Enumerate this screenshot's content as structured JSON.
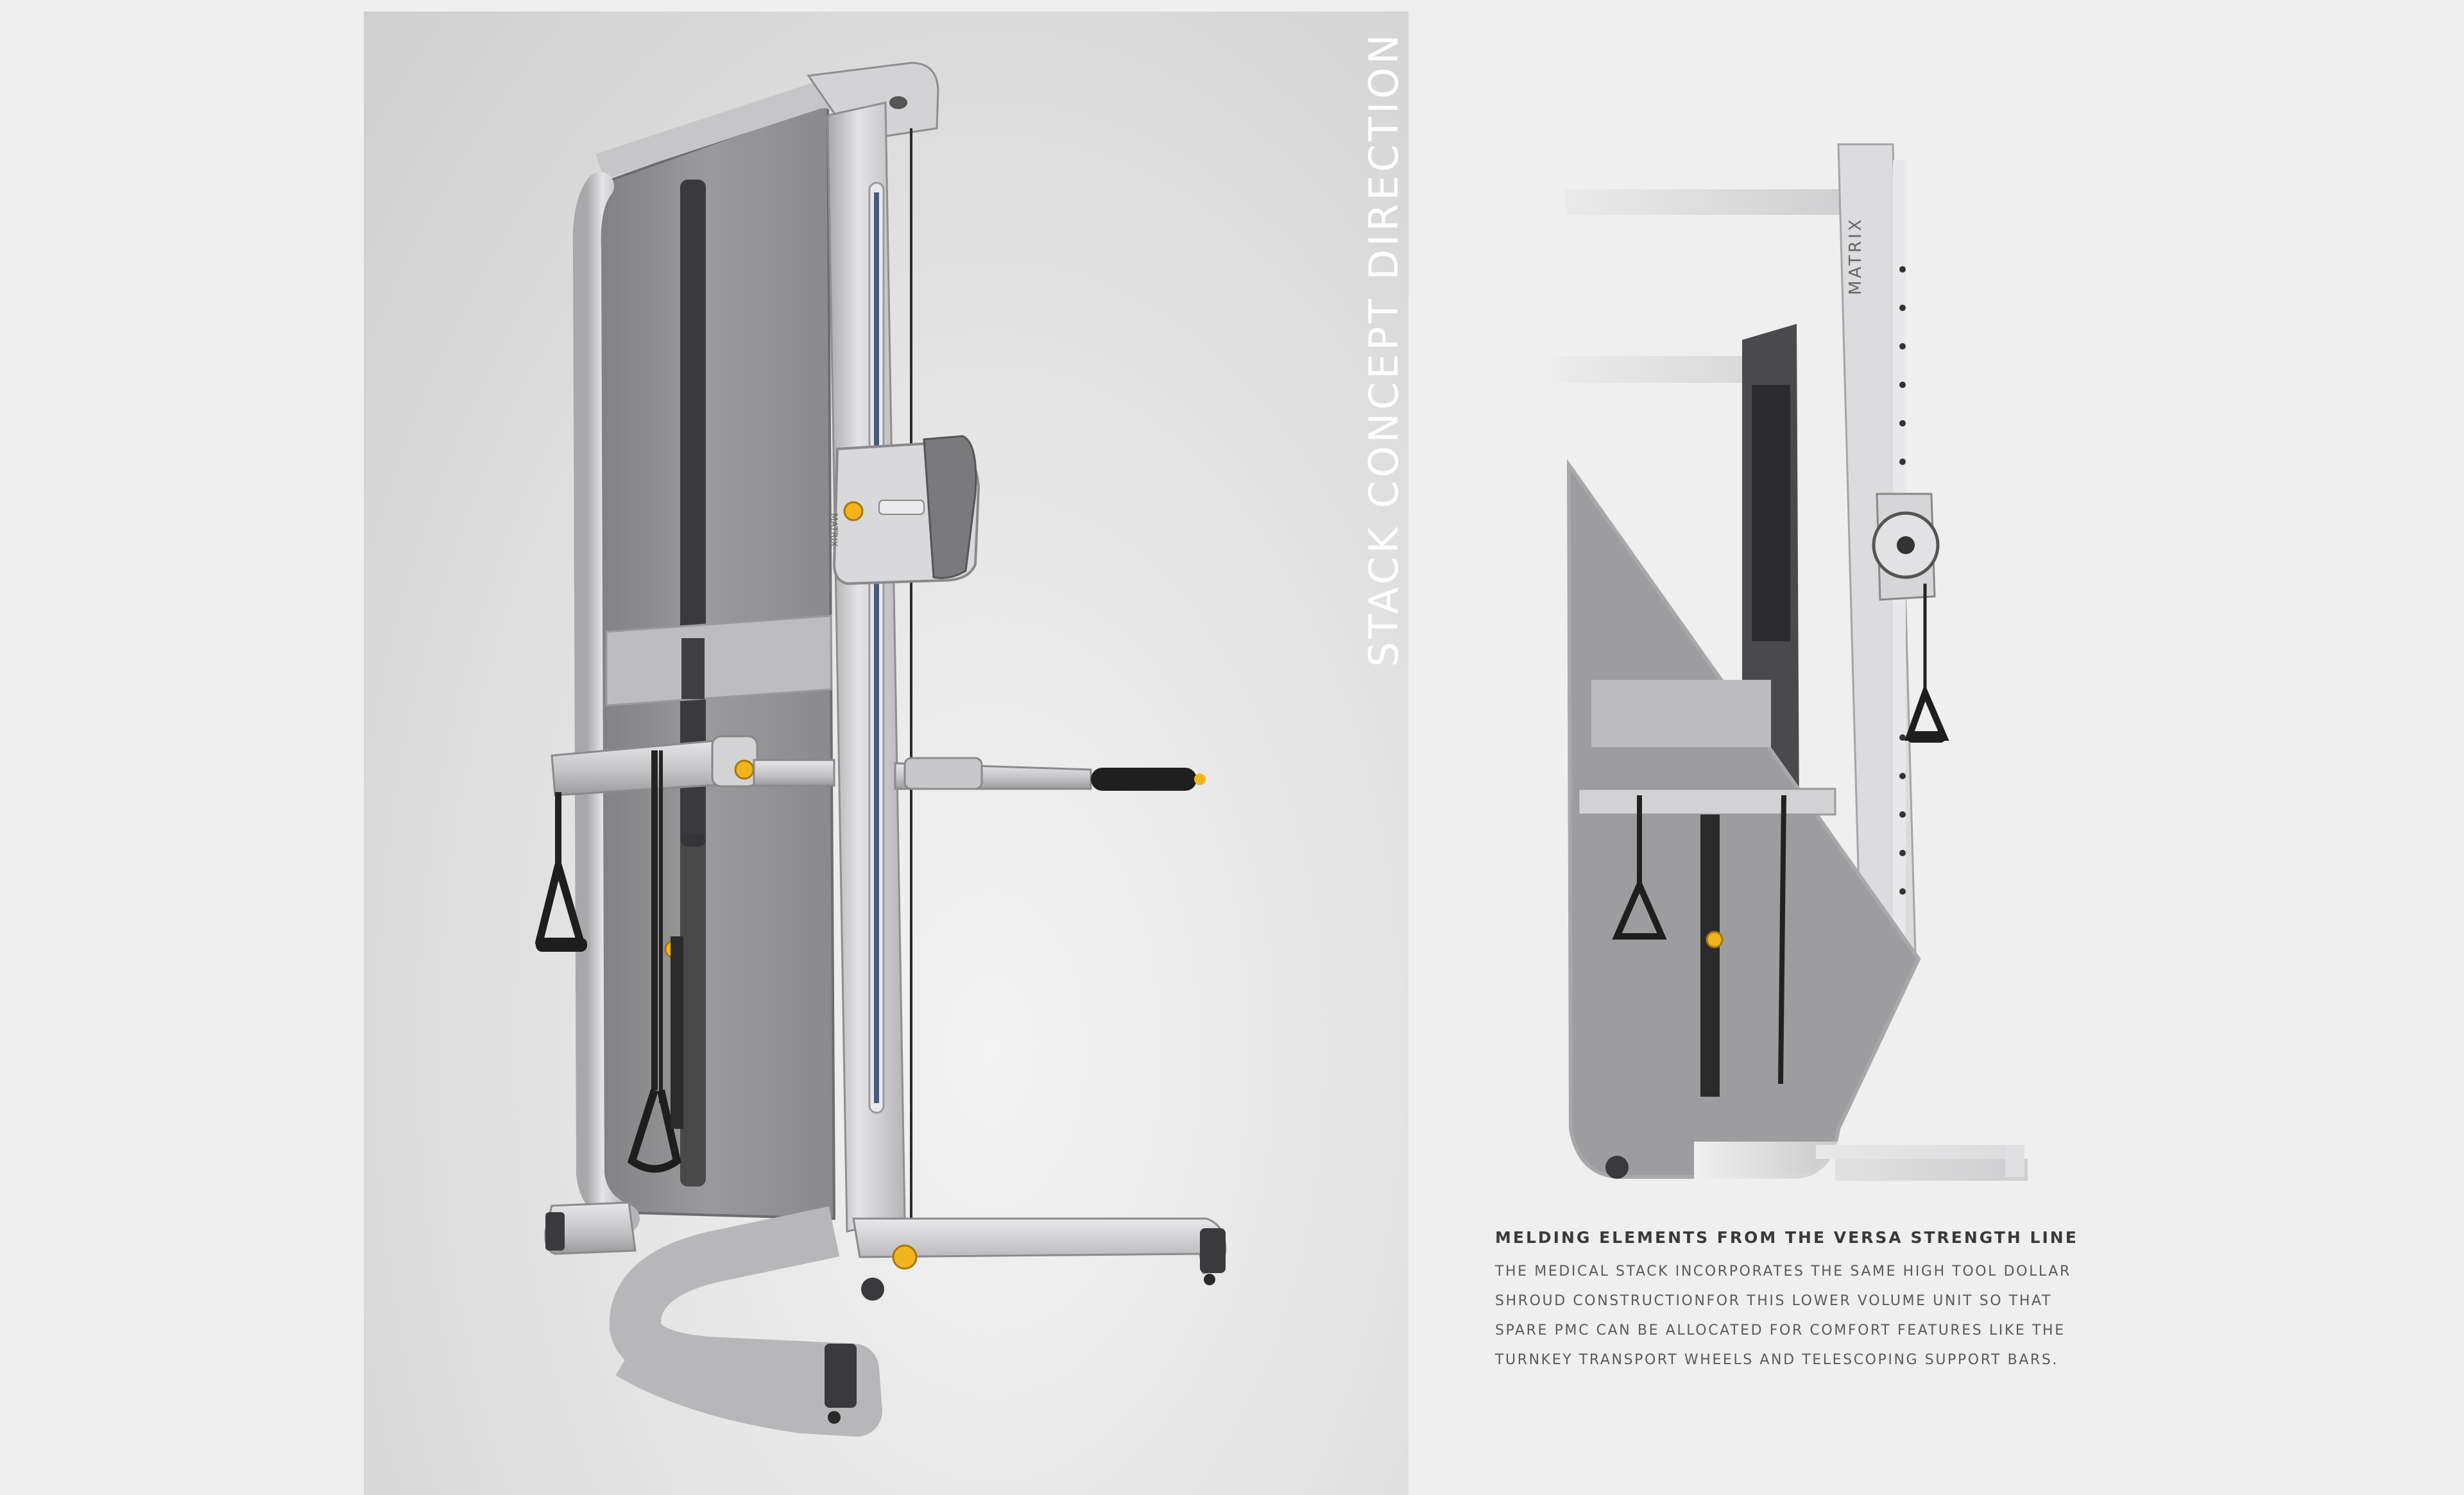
{
  "page": {
    "vertical_title": "STACK CONCEPT DIRECTION"
  },
  "left_render": {
    "brand_mark": "MATRIX"
  },
  "right_render": {
    "brand_mark": "MATRIX"
  },
  "caption": {
    "heading": "MELDING ELEMENTS FROM THE VERSA STRENGTH LINE",
    "lines": [
      "THE MEDICAL STACK INCORPORATES THE SAME HIGH TOOL DOLLAR",
      "SHROUD CONSTRUCTIONFOR THIS LOWER VOLUME UNIT SO THAT",
      "SPARE PMC CAN BE ALLOCATED FOR COMFORT FEATURES LIKE THE",
      "TURNKEY TRANSPORT WHEELS AND TELESCOPING SUPPORT BARS."
    ]
  },
  "colors": {
    "background": "#efefef",
    "frame_silver": "#c9c9cb",
    "shroud_grey": "#8d8d8f",
    "accent_yellow": "#f2b41c",
    "handle_black": "#1e1e1e"
  }
}
